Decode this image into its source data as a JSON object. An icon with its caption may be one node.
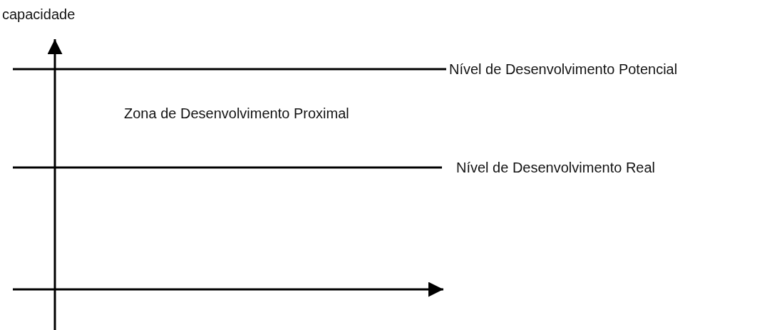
{
  "diagram": {
    "labels": [
      "capacidade",
      "Nível de Desenvolvimento Potencial",
      "Zona de Desenvolvimento Proximal",
      "Nível de Desenvolvimento Real"
    ]
  }
}
